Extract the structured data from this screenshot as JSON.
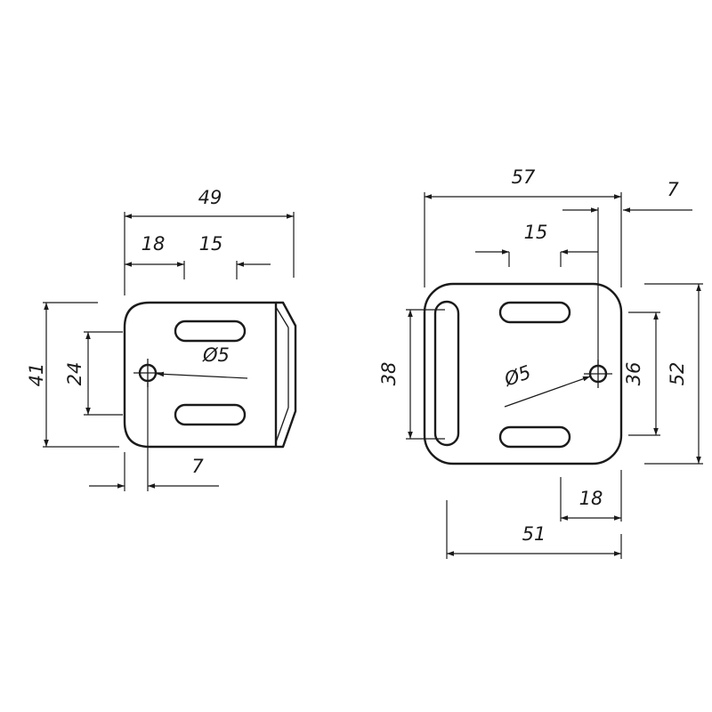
{
  "colors": {
    "line": "#1a1a1a",
    "background": "#ffffff"
  },
  "left_view": {
    "dims": {
      "width_total": "49",
      "offset_a": "18",
      "offset_b": "15",
      "height_total": "41",
      "height_inner": "24",
      "hole_diameter": "Ø5",
      "hole_offset": "7"
    }
  },
  "right_view": {
    "dims": {
      "width_total": "57",
      "offset_right": "7",
      "slot_spacing": "15",
      "slot_height": "38",
      "hole_diameter": "Ø5",
      "height_inner": "36",
      "height_total": "52",
      "hole_offset": "18",
      "width_bottom": "51"
    }
  }
}
